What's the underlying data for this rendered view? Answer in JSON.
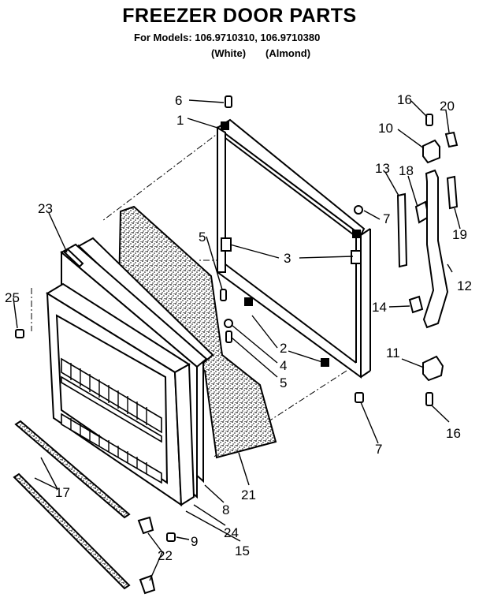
{
  "header": {
    "title": "FREEZER DOOR PARTS",
    "models_line": "For Models: 106.9710310, 106.9710380",
    "variant_white": "(White)",
    "variant_almond": "(Almond)"
  },
  "callouts": [
    {
      "id": "c6",
      "text": "6"
    },
    {
      "id": "c1",
      "text": "1"
    },
    {
      "id": "c16a",
      "text": "16"
    },
    {
      "id": "c20",
      "text": "20"
    },
    {
      "id": "c10",
      "text": "10"
    },
    {
      "id": "c13",
      "text": "13"
    },
    {
      "id": "c18",
      "text": "18"
    },
    {
      "id": "c23",
      "text": "23"
    },
    {
      "id": "c7a",
      "text": "7"
    },
    {
      "id": "c19",
      "text": "19"
    },
    {
      "id": "c5a",
      "text": "5"
    },
    {
      "id": "c3",
      "text": "3"
    },
    {
      "id": "c12",
      "text": "12"
    },
    {
      "id": "c25",
      "text": "25"
    },
    {
      "id": "c14",
      "text": "14"
    },
    {
      "id": "c2",
      "text": "2"
    },
    {
      "id": "c4",
      "text": "4"
    },
    {
      "id": "c5b",
      "text": "5"
    },
    {
      "id": "c11",
      "text": "11"
    },
    {
      "id": "c16b",
      "text": "16"
    },
    {
      "id": "c7b",
      "text": "7"
    },
    {
      "id": "c21",
      "text": "21"
    },
    {
      "id": "c17",
      "text": "17"
    },
    {
      "id": "c8",
      "text": "8"
    },
    {
      "id": "c24",
      "text": "24"
    },
    {
      "id": "c9",
      "text": "9"
    },
    {
      "id": "c15",
      "text": "15"
    },
    {
      "id": "c22",
      "text": "22"
    }
  ]
}
